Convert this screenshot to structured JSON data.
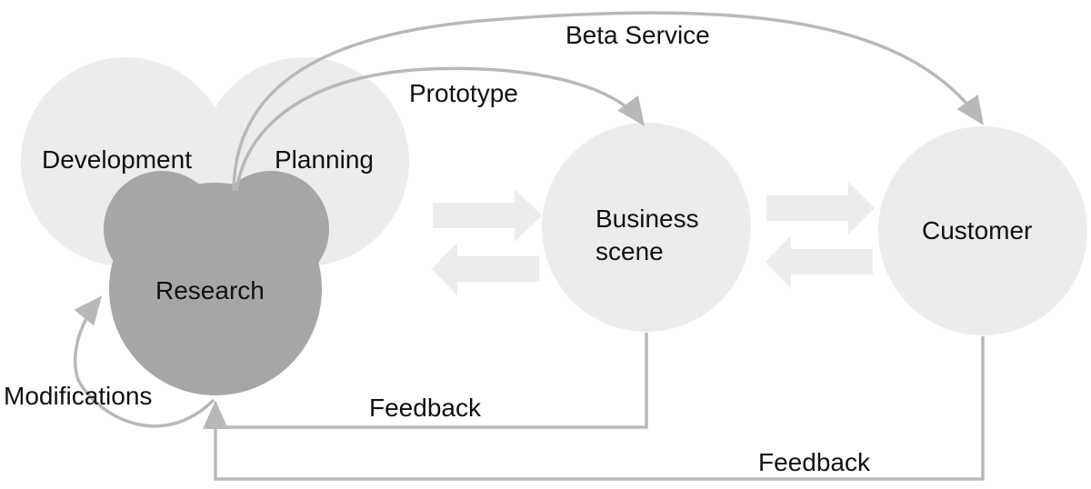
{
  "nodes": {
    "development": "Development",
    "planning": "Planning",
    "research": "Research",
    "business_line1": "Business",
    "business_line2": "scene",
    "customer": "Customer"
  },
  "edges": {
    "beta_service": "Beta Service",
    "prototype": "Prototype",
    "modifications": "Modifications",
    "feedback_business": "Feedback",
    "feedback_customer": "Feedback"
  },
  "colors": {
    "light_circle": "#ececec",
    "research_fill": "#a6a6a6",
    "line": "#b8b8b8",
    "block_arrow": "#ececec",
    "text": "#111111"
  }
}
